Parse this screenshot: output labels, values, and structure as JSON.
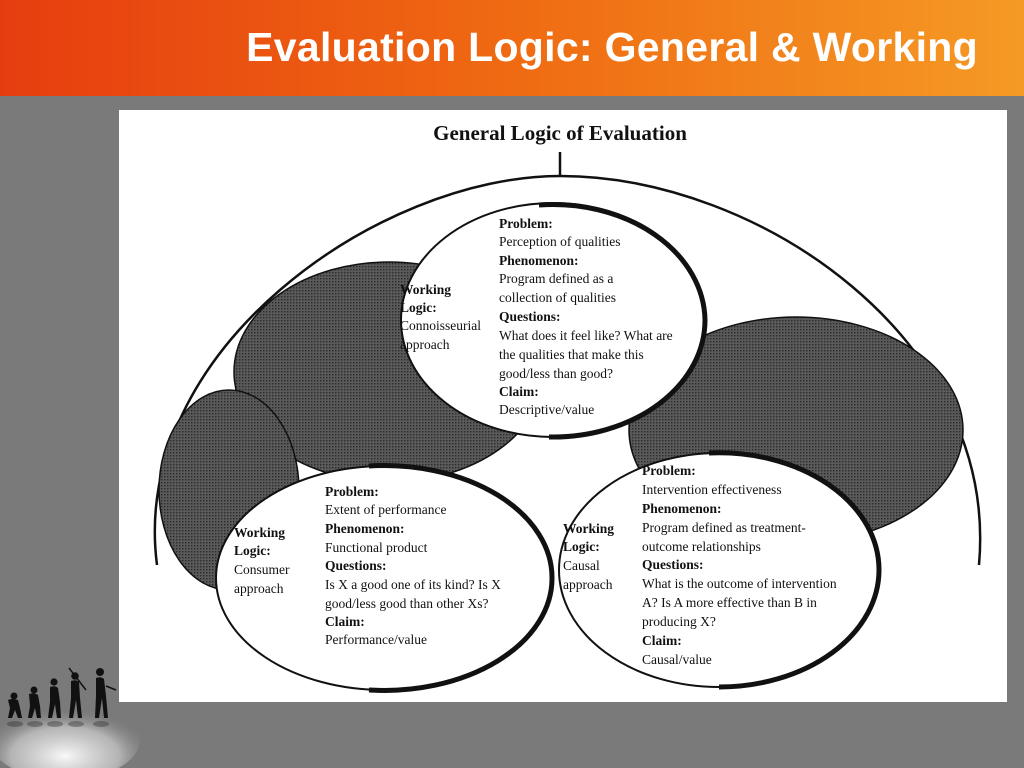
{
  "header": {
    "title": "Evaluation Logic: General & Working",
    "gradient_start": "#e63d10",
    "gradient_end": "#f59a25"
  },
  "diagram": {
    "title": "General Logic of Evaluation",
    "field_labels": {
      "problem": "Problem:",
      "phenomenon": "Phenomenon:",
      "questions": "Questions:",
      "claim": "Claim:",
      "working": "Working",
      "logic": "Logic:"
    },
    "connoisseurial": {
      "approach_line1": "Connoisseurial",
      "approach_line2": "approach",
      "problem": "Perception of qualities",
      "phenomenon_line1": "Program defined as a",
      "phenomenon_line2": "collection of qualities",
      "questions_line1": "What does it feel like?  What are",
      "questions_line2": "the qualities that make this",
      "questions_line3": "good/less than good?",
      "claim": "Descriptive/value"
    },
    "consumer": {
      "approach_line1": "Consumer",
      "approach_line2": "approach",
      "problem": "Extent of performance",
      "phenomenon": "Functional product",
      "questions_line1": "Is X a good one of its kind? Is X",
      "questions_line2": "good/less good than other Xs?",
      "claim": "Performance/value"
    },
    "causal": {
      "approach_line1": "Causal",
      "approach_line2": "approach",
      "problem": "Intervention effectiveness",
      "phenomenon_line1": "Program defined as treatment-",
      "phenomenon_line2": "outcome relationships",
      "questions_line1": "What is the outcome of intervention",
      "questions_line2": "A? Is A more effective than B in",
      "questions_line3": "producing X?",
      "claim": "Causal/value"
    }
  },
  "logo": {
    "icon": "evolution-silhouette-icon"
  }
}
